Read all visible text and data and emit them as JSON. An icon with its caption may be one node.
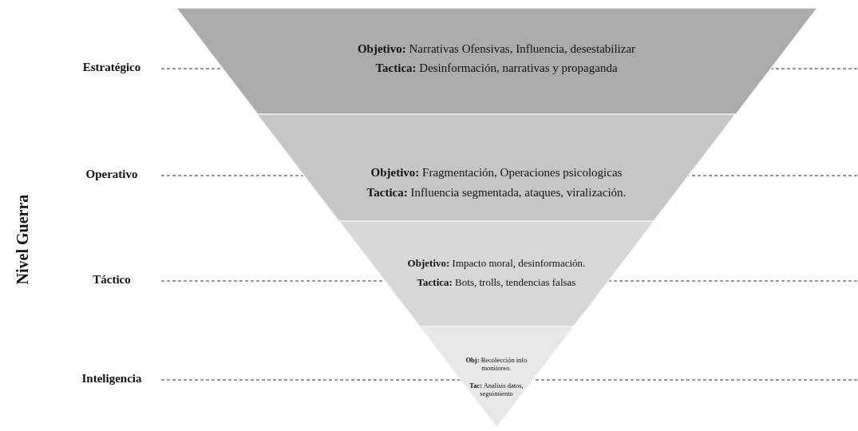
{
  "diagram": {
    "nodes": [
      {
        "text": [
          "**Objetivo:** Narrativas Ofensivas, Influencia, desestabilizar",
          "**Tactica:** Desinformación, narrativas y propaganda"
        ]
      },
      {
        "text": [
          "**Objetivo:** Fragmentación, Operaciones psicologicas",
          "**Tactica:** Influencia segmentada, ataques, viralización."
        ]
      },
      {
        "text": [
          "**Objetivo:** Impacto moral, desinformación.",
          "**Tactica:** Bots, trolls, tendencias falsas"
        ]
      },
      {
        "text": [
          "**Obj:** Recolección info monitoreo.",
          "**Tac:** Analisis datos, seguimiento"
        ]
      }
    ],
    "labels": [
      "Nivel Guerra",
      "Estratégico",
      "Operativo",
      "Táctico",
      "Inteligencia"
    ]
  }
}
